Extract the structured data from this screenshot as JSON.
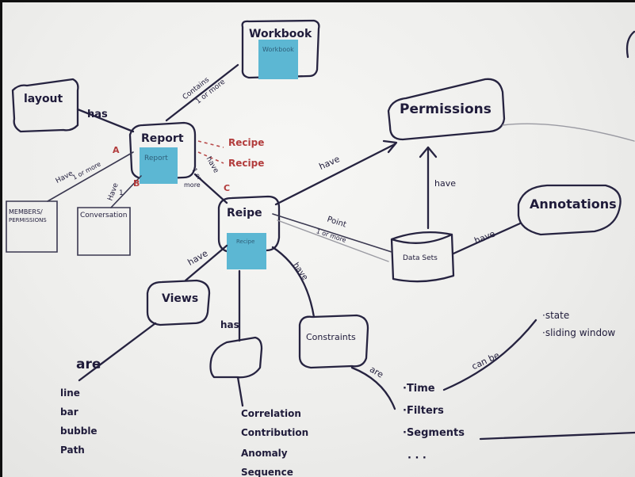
{
  "nodes": {
    "workbook": "Workbook",
    "workbook_note": "Workbook",
    "layout": "layout",
    "report": "Report",
    "report_note": "Report",
    "permissions": "Permissions",
    "members": "MEMBERS/",
    "members2": "PERMISSIONS",
    "conversation": "Conversation",
    "recipe": "Reipe",
    "recipe_note": "Recipe",
    "annotations": "Annotations",
    "datasets": "Data Sets",
    "views": "Views",
    "constraints": "Constraints"
  },
  "edges": {
    "contains": "Contains",
    "one_or_more": "1 or more",
    "has": "has",
    "have_one_or_more": "Have",
    "one_or_more_b": "1 or more",
    "have1": "Have",
    "one": "1",
    "have_recipe_a": "have",
    "have_recipe_b": "1 or",
    "have_recipe_c": "more",
    "have_perm": "have",
    "have_ds_perm": "have",
    "point": "Point",
    "point_more": "1 or more",
    "have_ann": "have",
    "have_views": "have",
    "has_box": "has",
    "have_constraints": "have",
    "are_views": "are",
    "are_constraints": "are",
    "can_be": "can be"
  },
  "marks": {
    "a": "A",
    "b": "B",
    "c": "C",
    "recipe_red1": "Recipe",
    "recipe_red2": "Recipe"
  },
  "lists": {
    "view_types": [
      "line",
      "bar",
      "bubble",
      "Path"
    ],
    "analysis_types": [
      "Correlation",
      "Contribution",
      "Anomaly",
      "Sequence"
    ],
    "constraint_types": [
      "·Time",
      "·Filters",
      "·Segments",
      "· · ·"
    ],
    "time_types": [
      "·state",
      "·sliding window"
    ]
  },
  "colors": {
    "ink": "#262340",
    "red_ink": "#b23c3c",
    "sticky_note": "#5cb7d3",
    "board": "#f4f4f2"
  }
}
